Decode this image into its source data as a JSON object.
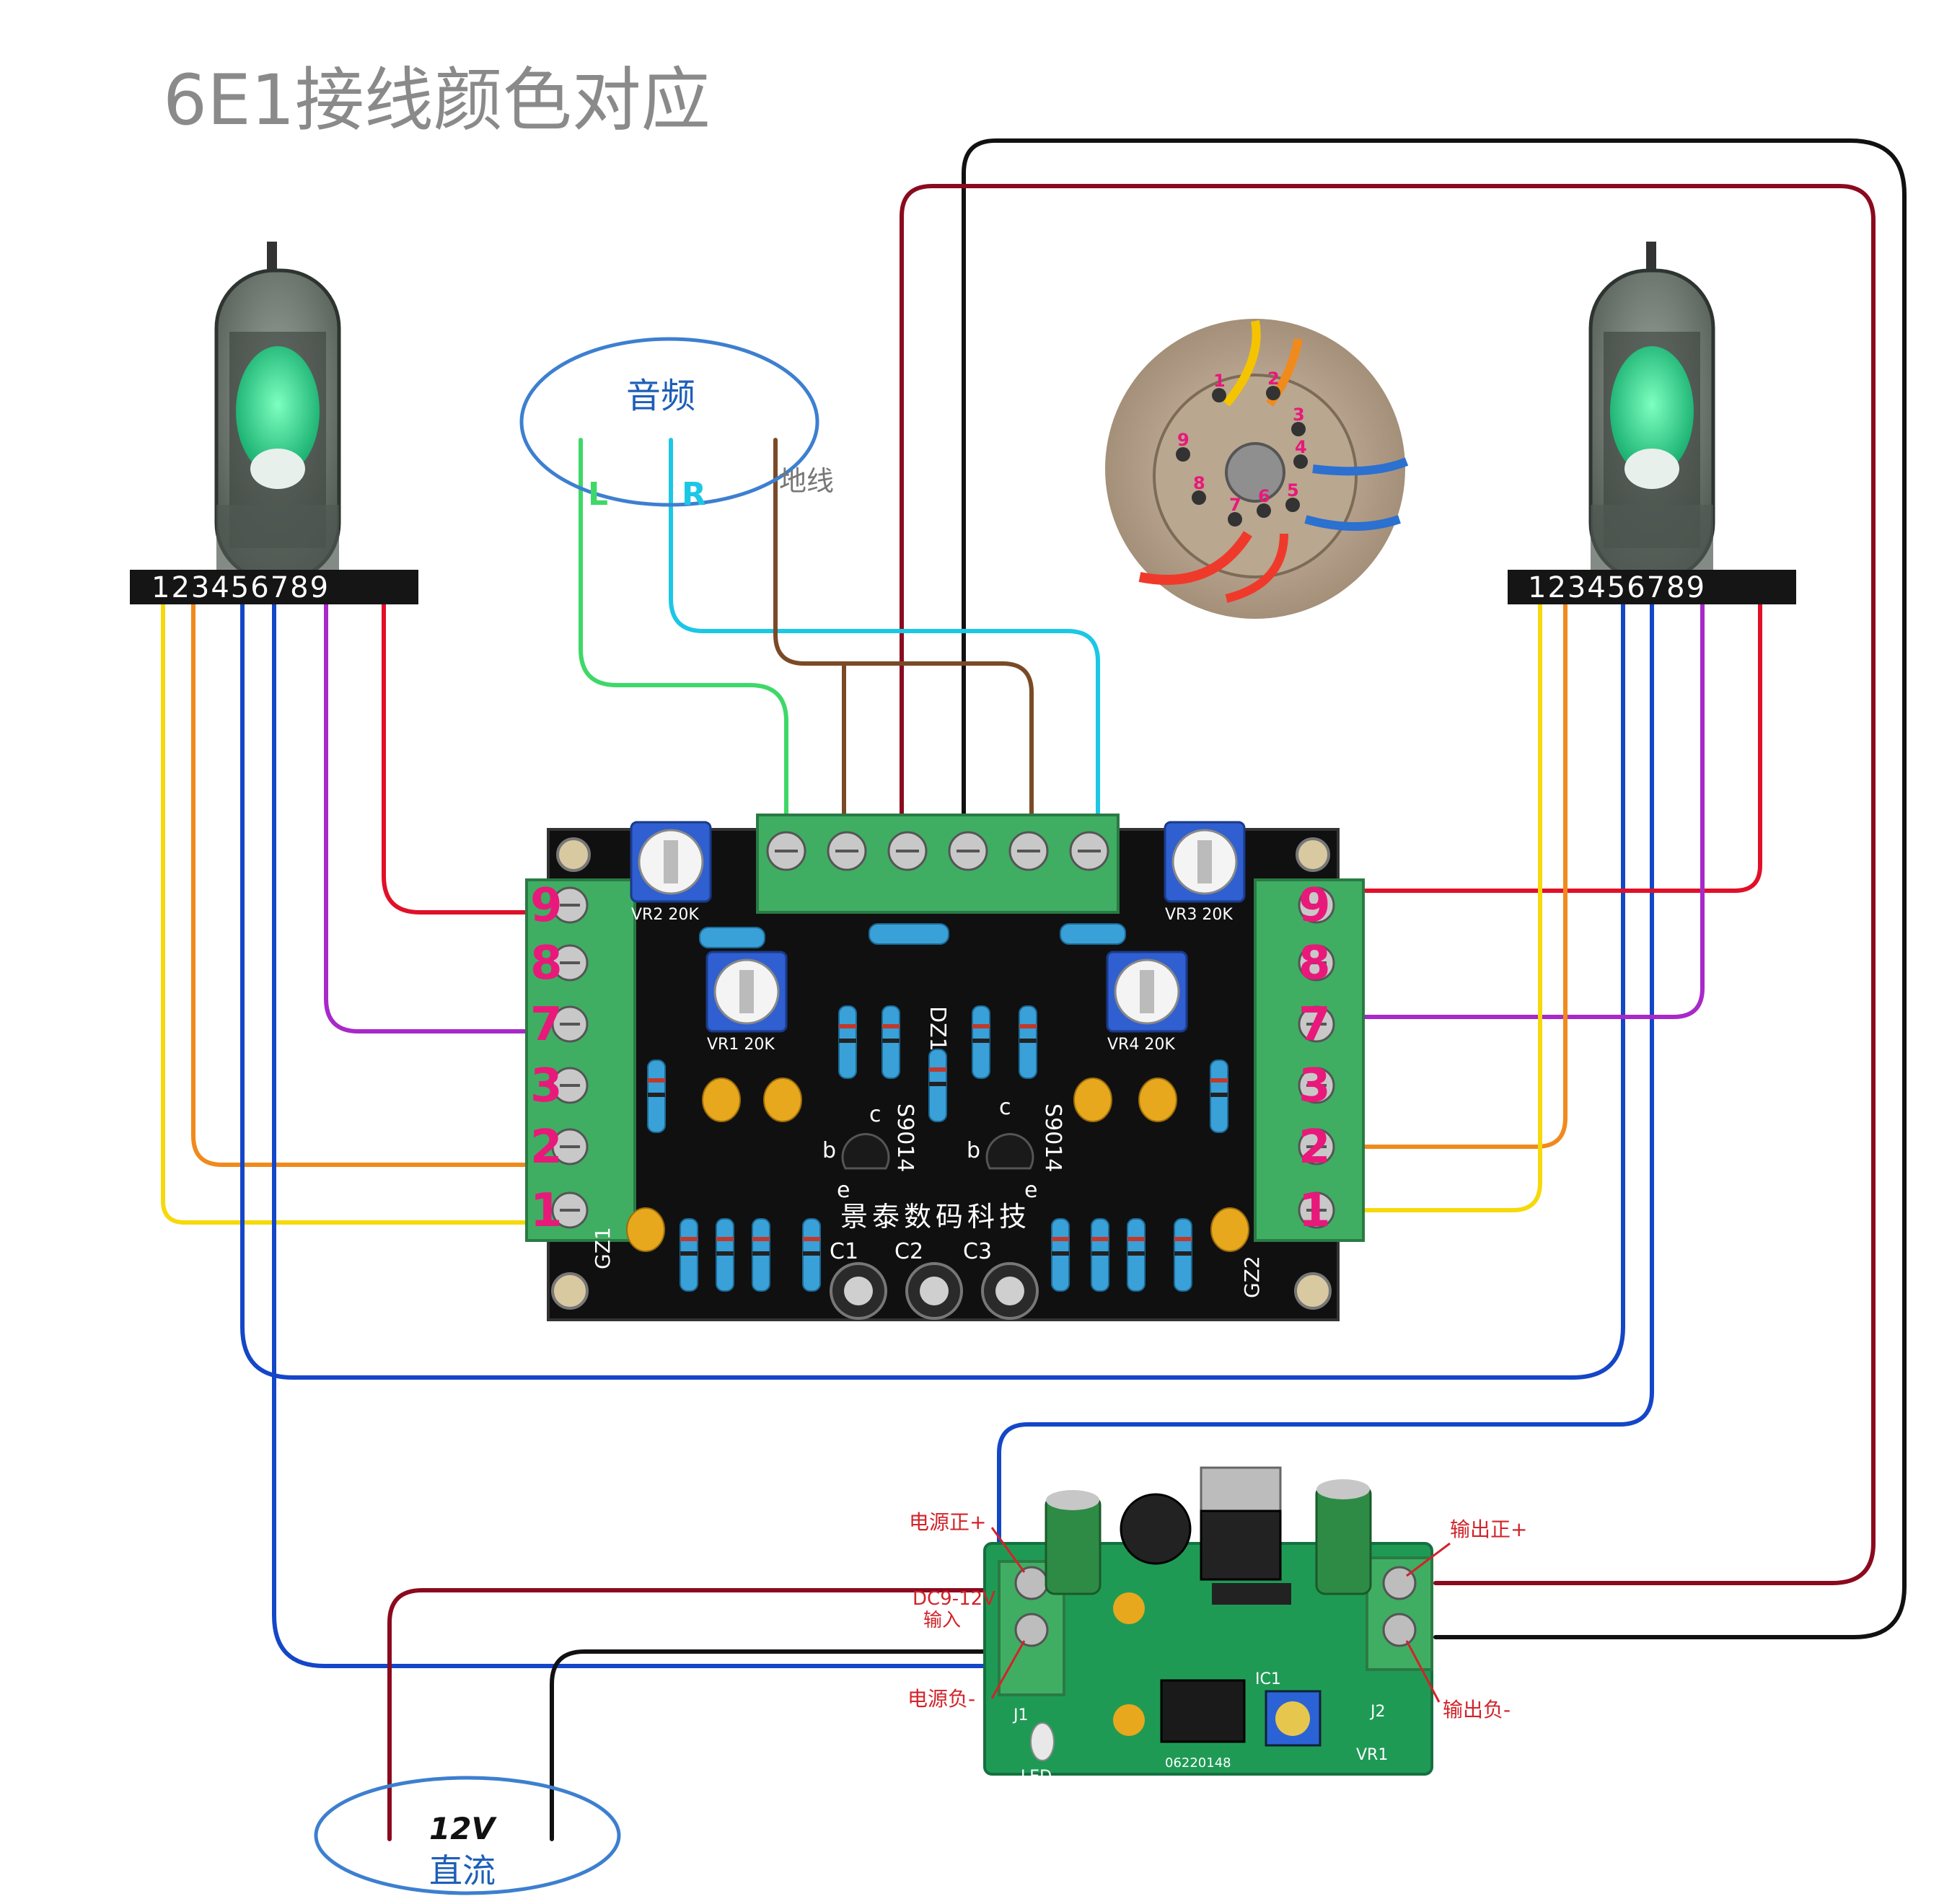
{
  "title": "6E1接线颜色对应",
  "audio": {
    "label": "音频",
    "left": "L",
    "right": "R",
    "ground": "地线"
  },
  "tube_pins_left": "123456789",
  "tube_pins_right": "123456789",
  "board": {
    "pin_numbers": [
      "9",
      "8",
      "7",
      "3",
      "2",
      "1"
    ],
    "silkscreen_company": "景泰数码科技",
    "transistor_left": "S9014",
    "transistor_right": "S9014",
    "zener": "DZ1",
    "pot_left_top": "VR2 20K",
    "pot_right_top": "VR3 20K",
    "pot_left_mid": "VR1 20K",
    "pot_right_mid": "VR4 20K",
    "connector_left": "GZ1",
    "connector_right": "GZ2",
    "caps": [
      "C1",
      "C2",
      "C3"
    ],
    "pin_b": "b",
    "pin_c": "c",
    "pin_e": "e"
  },
  "power": {
    "power_pos": "电源正+",
    "input_line1": "DC9-12V",
    "input_line2": "输入",
    "power_neg": "电源负-",
    "out_pos": "输出正+",
    "out_neg": "输出负-",
    "led": "LED",
    "serial": "06220148",
    "j1": "J1",
    "j2": "J2",
    "ic": "IC1",
    "vr": "VR1"
  },
  "supply": {
    "voltage": "12V",
    "type": "直流"
  },
  "socket_photo": {
    "pins": [
      "1",
      "2",
      "3",
      "4",
      "5",
      "6",
      "7",
      "8",
      "9"
    ]
  },
  "colors": {
    "yellow": "#f5d90a",
    "orange": "#f08a1c",
    "blue": "#1446c8",
    "purple": "#a829c9",
    "red": "#e01028",
    "darkred": "#8b0a1e",
    "black": "#111111",
    "green": "#3ed868",
    "cyan": "#1cc7e6",
    "brown": "#7a4a26",
    "terminal_green": "#3fae63",
    "pin_label": "#e8197a"
  }
}
